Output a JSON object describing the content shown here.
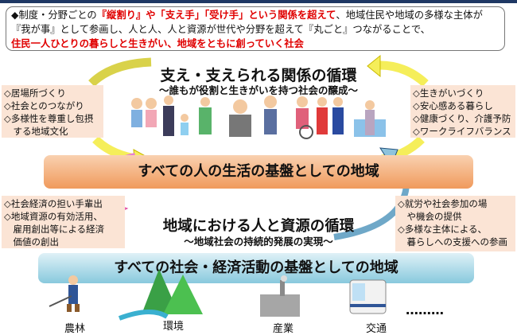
{
  "intro": {
    "bullet": "◆",
    "parts": [
      "制度・分野ごとの",
      "『縦割り』や「支え手」「受け手」という関係を超えて",
      "、地域住民や地域の多様な主体が『我が事』として参画し、人と人、人と資源が世代や分野を超えて『丸ごと』つながることで、",
      "住民一人ひとりの暮らしと生きがい、地域をともに創っていく社会"
    ]
  },
  "upper_cycle": {
    "title": "支え・支えられる関係の循環",
    "subtitle": "～誰もが役割と生きがいを持つ社会の醸成～",
    "left_items": [
      "◇居場所づくり",
      "◇社会とのつながり",
      "◇多様性を尊重し包摂",
      "　する地域文化"
    ],
    "right_items": [
      "◇生きがいづくり",
      "◇安心感ある暮らし",
      "◇健康づくり、介護予防",
      "◇ワークライフバランス"
    ]
  },
  "life_band": "すべての人の生活の基盤としての地域",
  "lower_cycle": {
    "title": "地域における人と資源の循環",
    "subtitle": "～地域社会の持続的発展の実現～",
    "left_items": [
      "◇社会経済の担い手輩出",
      "◇地域資源の有効活用、",
      "　雇用創出等による経済",
      "　価値の創出"
    ],
    "right_items": [
      "◇就労や社会参加の場",
      "　や機会の提供",
      "◇多様な主体による、",
      "　暮らしへの支援への参画"
    ]
  },
  "economy_band": "すべての社会・経済活動の基盤としての地域",
  "sectors": [
    "農林",
    "環境",
    "産業",
    "交通"
  ],
  "ellipsis": "………",
  "colors": {
    "red": "#e00000",
    "peach": "#fbe4d5",
    "orange": "#f4a46a",
    "blue": "#9fd3e3",
    "yellow": "#f5e642",
    "pink": "#f27ad6",
    "steel": "#5b9bbd"
  }
}
